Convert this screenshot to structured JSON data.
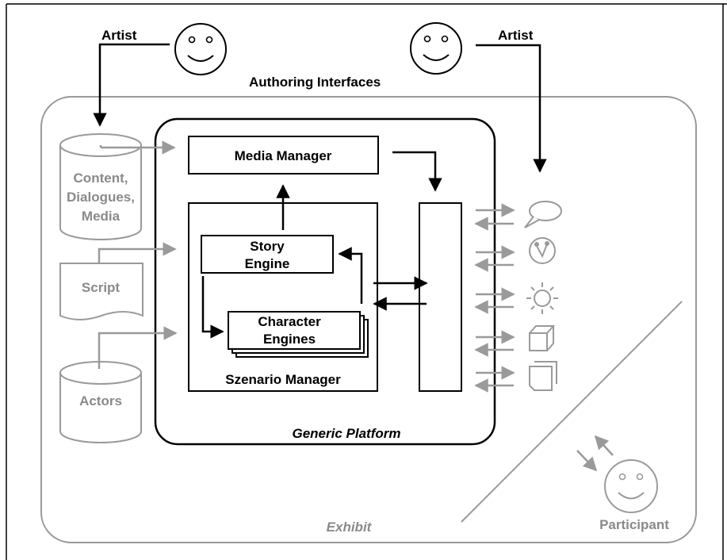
{
  "authoring": {
    "artist_left": "Artist",
    "artist_right": "Artist",
    "interfaces_label": "Authoring Interfaces"
  },
  "resources": {
    "content_line1": "Content,",
    "content_line2": "Dialogues,",
    "content_line3": "Media",
    "script": "Script",
    "actors": "Actors"
  },
  "platform": {
    "label": "Generic Platform",
    "media_manager": "Media Manager",
    "story_engine_line1": "Story",
    "story_engine_line2": "Engine",
    "character_engines_line1": "Character",
    "character_engines_line2": "Engines",
    "scenario_manager": "Szenario Manager"
  },
  "exhibit": {
    "label": "Exhibit",
    "participant": "Participant"
  },
  "output_icons": [
    "speech-bubble-icon",
    "face-icon",
    "light-icon",
    "cube-icon",
    "document-icon"
  ],
  "colors": {
    "ink": "#000000",
    "grey": "#9a9a9a",
    "grey_text": "#8a8a8a"
  }
}
